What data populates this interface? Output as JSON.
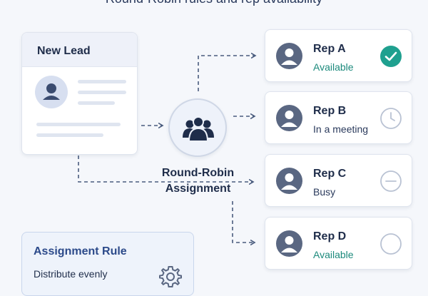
{
  "page_title": "Round-Robin rules and rep availability",
  "lead": {
    "title": "New Lead"
  },
  "hub": {
    "label_line1": "Round-Robin",
    "label_line2": "Assignment"
  },
  "reps": [
    {
      "name": "Rep A",
      "status": "Available",
      "status_color": "#1c8a7c",
      "icon": "check-circle-icon"
    },
    {
      "name": "Rep B",
      "status": "In a meeting",
      "status_color": "#2a3a5c",
      "icon": "clock-icon"
    },
    {
      "name": "Rep C",
      "status": "Busy",
      "status_color": "#2a3a5c",
      "icon": "minus-circle-icon"
    },
    {
      "name": "Rep D",
      "status": "Available",
      "status_color": "#1c8a7c",
      "icon": "empty-circle-icon"
    }
  ],
  "rule": {
    "title": "Assignment Rule",
    "text": "Distribute evenly"
  },
  "colors": {
    "accent_teal": "#1fa08f",
    "navy": "#1f2d4a",
    "connector": "#4a5c7e",
    "muted_icon": "#b9c2d3"
  }
}
